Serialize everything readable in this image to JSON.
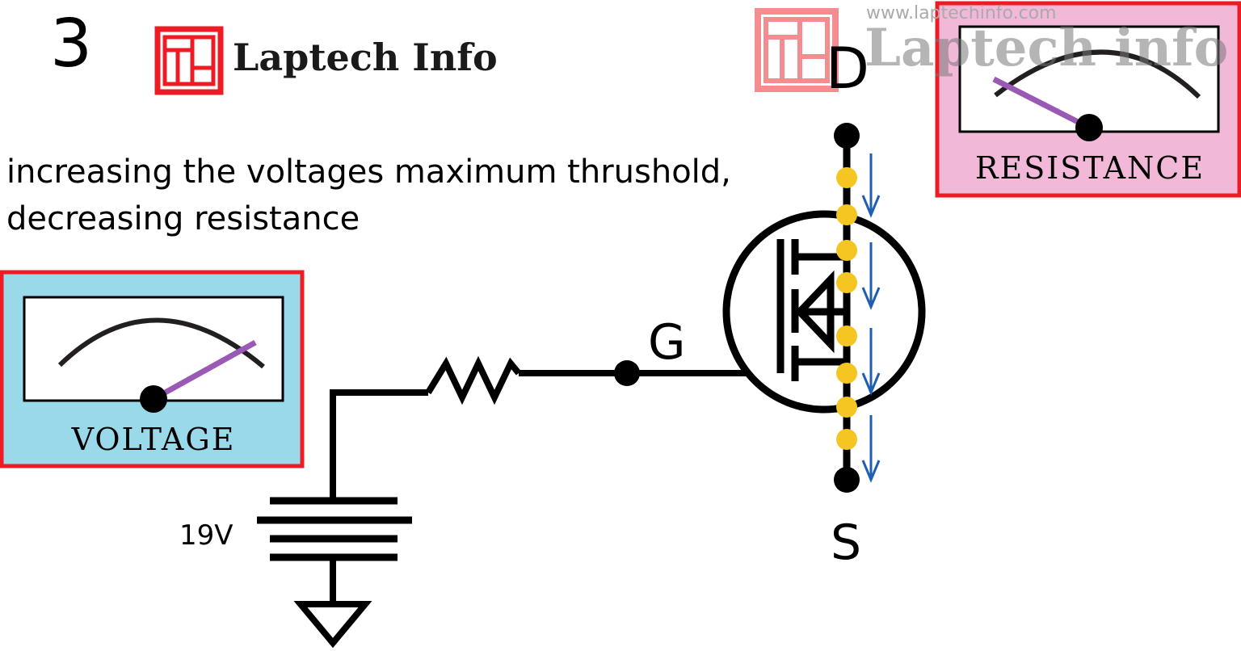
{
  "header": {
    "step_number": "3",
    "brand_name": "Laptech Info"
  },
  "watermark": {
    "url": "www.laptechinfo.com",
    "brand": "Laptech info"
  },
  "caption": {
    "line1": "increasing the voltages maximum thrushold,",
    "line2": "decreasing resistance"
  },
  "voltage_meter": {
    "label": "VOLTAGE",
    "background_color": "#9ad9ea",
    "border_color": "#ed1c24",
    "needle_color": "#9b59b6"
  },
  "resistance_meter": {
    "label": "RESISTANCE",
    "background_color": "#f2b8d8",
    "border_color": "#ed1c24",
    "needle_color": "#9b59b6"
  },
  "circuit": {
    "supply_label": "19V",
    "gate_label": "G",
    "drain_label": "D",
    "source_label": "S",
    "charge_color": "#f5c522",
    "flow_arrow_color": "#1f5fb0",
    "wire_color": "#000000"
  },
  "colors": {
    "logo_red": "#ed1c24"
  }
}
